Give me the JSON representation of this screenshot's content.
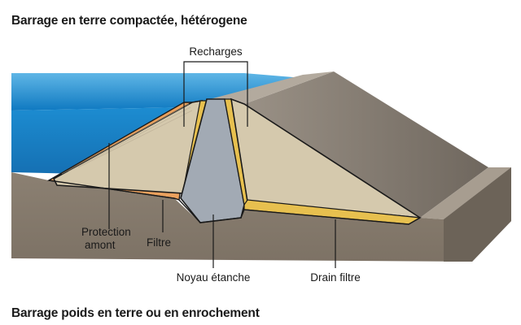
{
  "titles": {
    "top": "Barrage en terre compactée, hétérogene",
    "bottom": "Barrage poids en terre ou en enrochement"
  },
  "labels": {
    "recharges": "Recharges",
    "protection_line1": "Protection",
    "protection_line2": "amont",
    "filtre": "Filtre",
    "noyau": "Noyau étanche",
    "drain": "Drain filtre"
  },
  "colors": {
    "water": "#1f8fd0",
    "ground": "#8f8578",
    "recharge_fill": "#d5c9ad",
    "core_fill": "#a2aab4",
    "filter_fill": "#e7c04f",
    "protection_fill": "#eaa15e",
    "embankment_slope": "#8a8278"
  }
}
